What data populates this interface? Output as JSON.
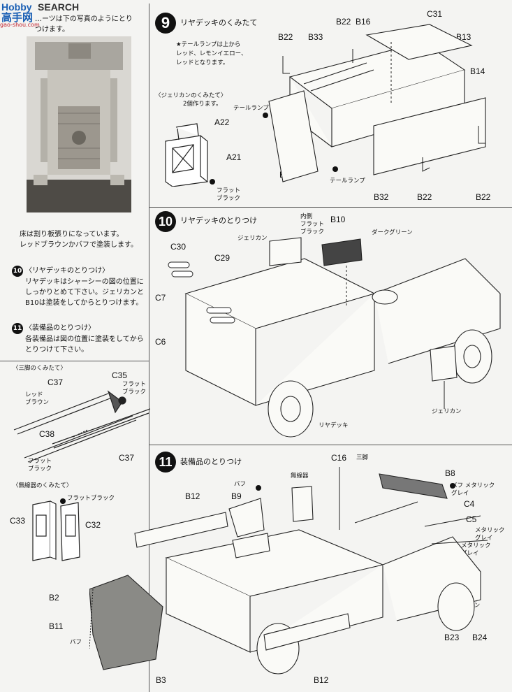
{
  "header": {
    "watermark_left": "Hobby",
    "watermark_mid": "SEARCH",
    "watermark_cn": "高手网",
    "watermark_url": "gao-shou.com"
  },
  "left": {
    "intro_line1": "…ーツは下の写真のようにとり",
    "intro_line2": "つけます。",
    "photo_caption_1": "床は割り板張りになっています。",
    "photo_caption_2": "レッドブラウンかバフで塗装します。",
    "step10_badge": "10",
    "step10_title": "〈リヤデッキのとりつけ〉",
    "step10_body": "リヤデッキはシャーシーの図の位置にしっかりとめて下さい。ジェリカンとB10は塗装をしてからとりつけます。",
    "step11_badge": "11",
    "step11_title": "〈装備品のとりつけ〉",
    "step11_body": "各装備品は図の位置に塗装をしてからとりつけて下さい。",
    "tripod_title": "〈三脚のくみたて〉",
    "tripod": {
      "c37_top": "C37",
      "c35": "C35",
      "red_brown": "レッド\nブラウン",
      "flat_black_1": "フラット\nブラック",
      "c38": "C38",
      "flat_black_2": "フラット\nブラック",
      "c37_bottom": "C37"
    },
    "radio_title": "〈無線器のくみたて〉",
    "radio": {
      "flat_black": "フラットブラック",
      "c33": "C33",
      "c32": "C32"
    }
  },
  "step9": {
    "number": "9",
    "title": "リヤデッキのくみたて",
    "note": "★テールランプは上から\nレッド、レモンイエロー、\nレッドとなります。",
    "jerrycan_title": "〈ジェリカンのくみたて〉",
    "jerrycan_sub": "2個作ります。",
    "labels": {
      "a22": "A22",
      "a21": "A21",
      "flat_black": "フラット\nブラック",
      "tail_lamp_1": "テールランプ",
      "tail_lamp_2": "テールランプ",
      "b22_a": "B22",
      "b33": "B33",
      "b22_b": "B22",
      "b16": "B16",
      "c31": "C31",
      "b13": "B13",
      "b14": "B14",
      "b25": "B25",
      "b32": "B32",
      "b22_c": "B22",
      "b22_d": "B22"
    }
  },
  "step10": {
    "number": "10",
    "title": "リヤデッキのとりつけ",
    "labels": {
      "inner_flat_black": "内側\nフラット\nブラック",
      "b10": "B10",
      "dark_green": "ダークグリーン",
      "jerrycan_top": "ジェリカン",
      "c30": "C30",
      "c29": "C29",
      "c7": "C7",
      "c6": "C6",
      "jerrycan_bottom": "ジェリカン",
      "rear_deck": "リヤデッキ"
    }
  },
  "step11": {
    "number": "11",
    "title": "装備品のとりつけ",
    "labels": {
      "c16": "C16",
      "tripod": "三脚",
      "b8": "B8",
      "radio": "無線器",
      "buff_1": "バフ",
      "b12_top": "B12",
      "b9": "B9",
      "buff_metallic": "バフ メタリック\nグレイ",
      "c4": "C4",
      "c5": "C5",
      "metallic_gray_1": "メタリック\nグレイ",
      "metallic_gray_2": "メタリック\nグレイ",
      "red_brown": "レッドブラウン",
      "b2": "B2",
      "b11": "B11",
      "buff_2": "バフ",
      "b3": "B3",
      "b12_bottom": "B12",
      "b23": "B23",
      "b24": "B24"
    }
  }
}
